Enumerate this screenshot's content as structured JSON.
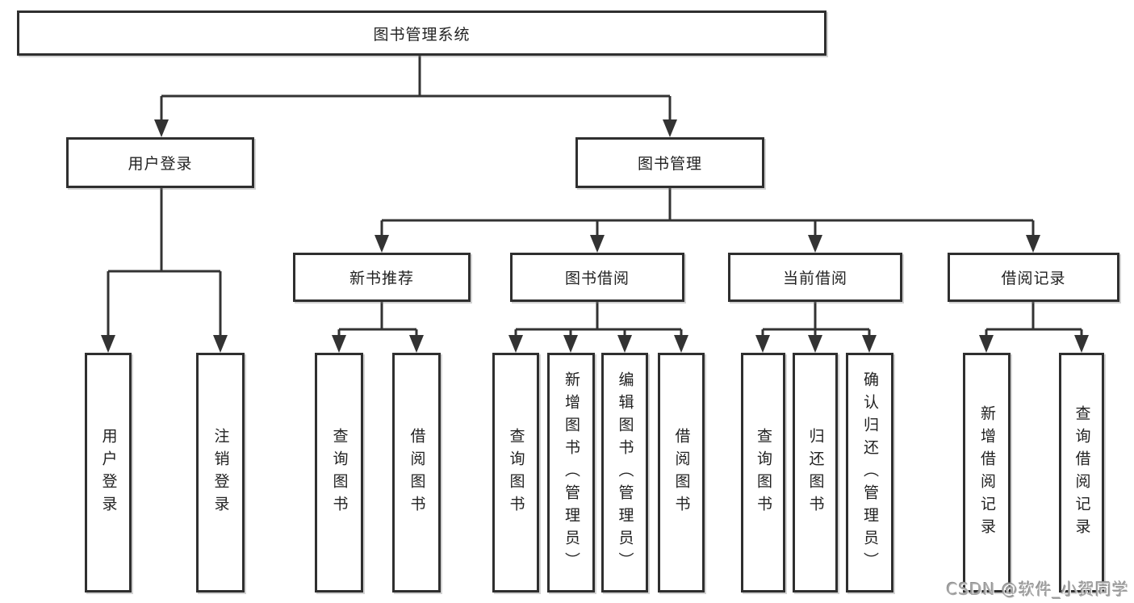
{
  "diagram_title": "图书管理系统",
  "tree": {
    "root": {
      "label": "图书管理系统"
    },
    "branches": [
      {
        "label": "用户登录",
        "children": [
          {
            "label": "用户登录"
          },
          {
            "label": "注销登录"
          }
        ]
      },
      {
        "label": "图书管理",
        "groups": [
          {
            "label": "新书推荐",
            "children": [
              {
                "label": "查询图书"
              },
              {
                "label": "借阅图书"
              }
            ]
          },
          {
            "label": "图书借阅",
            "children": [
              {
                "label": "查询图书"
              },
              {
                "label": "新增图书（管理员）"
              },
              {
                "label": "编辑图书（管理员）"
              },
              {
                "label": "借阅图书"
              }
            ]
          },
          {
            "label": "当前借阅",
            "children": [
              {
                "label": "查询图书"
              },
              {
                "label": "归还图书"
              },
              {
                "label": "确认归还（管理员）"
              }
            ]
          },
          {
            "label": "借阅记录",
            "children": [
              {
                "label": "新增借阅记录"
              },
              {
                "label": "查询借阅记录"
              }
            ]
          }
        ]
      }
    ]
  },
  "watermark": {
    "text": "CSDN @软件_小贺同学"
  },
  "colors": {
    "line": "#333333",
    "box_border": "#2f2f2f",
    "text": "#222222",
    "bg": "#ffffff",
    "watermark": "#a8a8a8"
  }
}
